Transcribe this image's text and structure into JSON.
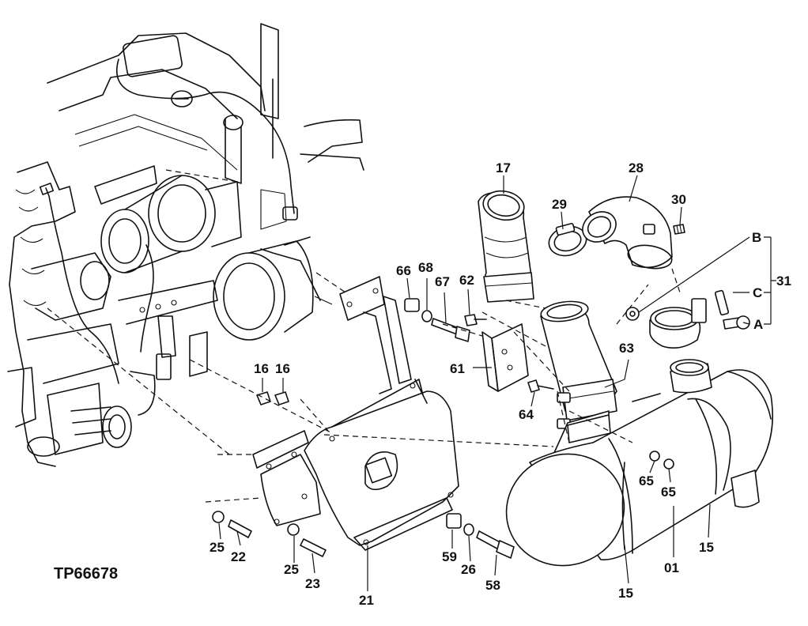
{
  "figure_code": "TP66678",
  "callouts": {
    "c16a": "16",
    "c16b": "16",
    "c17": "17",
    "c28": "28",
    "c29": "29",
    "c30": "30",
    "c66": "66",
    "c68": "68",
    "c67": "67",
    "c62": "62",
    "c61": "61",
    "c63": "63",
    "c64": "64",
    "cB": "B",
    "cC": "C",
    "cA": "A",
    "c31": "31",
    "c65a": "65",
    "c65b": "65",
    "c25a": "25",
    "c22": "22",
    "c25b": "25",
    "c23": "23",
    "c21": "21",
    "c59": "59",
    "c26": "26",
    "c58": "58",
    "c15a": "15",
    "c01": "01",
    "c15b": "15"
  }
}
